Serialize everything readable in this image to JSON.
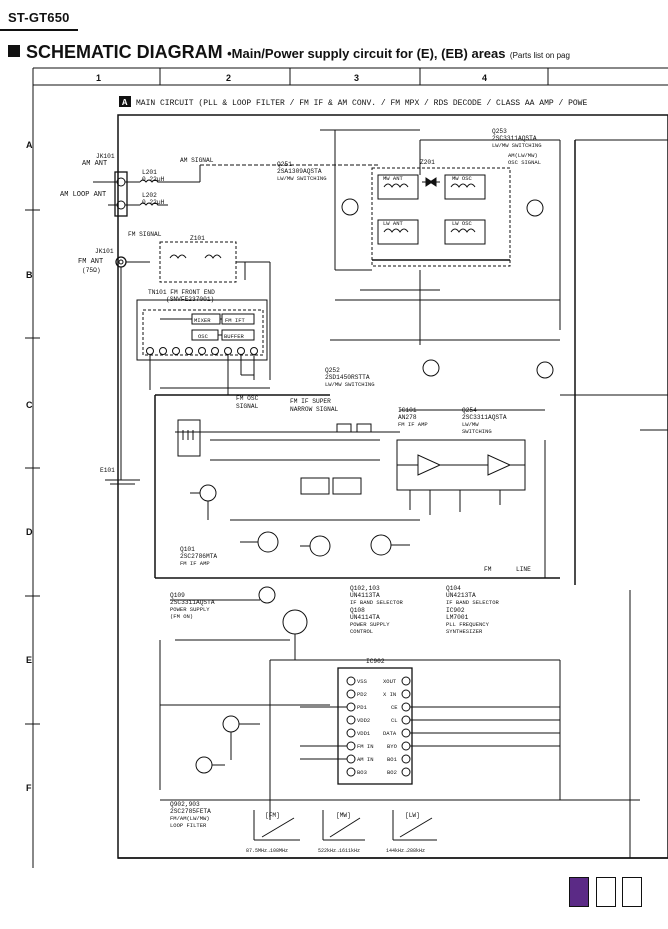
{
  "model": "ST-GT650",
  "title": {
    "main": "SCHEMATIC DIAGRAM",
    "sub": "•Main/Power supply circuit for (E), (EB) areas",
    "note": "(Parts list on pag"
  },
  "columns": [
    "1",
    "2",
    "3",
    "4"
  ],
  "rows": [
    "A",
    "B",
    "C",
    "D",
    "E",
    "F"
  ],
  "section": {
    "letter": "A",
    "text": "MAIN CIRCUIT (PLL & LOOP FILTER / FM IF & AM CONV. / FM MPX / RDS DECODE / CLASS AA AMP / POWE"
  },
  "labels": {
    "jk101a": "JK101",
    "am_ant": "AM ANT",
    "am_loop": "AM LOOP ANT",
    "jk101b": "JK101",
    "fm_ant": "FM ANT",
    "fm_ohm": "(75Ω)",
    "l201": "L201",
    "l201v": "0.22µH",
    "l202": "L202",
    "l202v": "0.22µH",
    "am_signal": "AM SIGNAL",
    "fm_signal": "FM SIGNAL",
    "z101": "Z101",
    "tn101": "TN101 FM FRONT END",
    "tn101p": "(SNVFE237001)",
    "mixer": "MIXER",
    "fmift": "FM IFT",
    "osc": "OSC",
    "buffer": "BUFFER",
    "fm_osc": "FM OSC",
    "fm_osc2": "SIGNAL",
    "fm_if_super": "FM IF SUPER",
    "fm_if_super2": "NARROW SIGNAL",
    "e101": "E101",
    "q251": "Q251",
    "q251p": "2SA1309AQSTA",
    "q251f": "LW/MW SWITCHING",
    "q253": "Q253",
    "q253p": "2SC3311AQSTA",
    "q253f": "LW/MW SWITCHING",
    "am_osc": "AM(LW/MW)",
    "am_osc2": "OSC SIGNAL",
    "q252": "Q252",
    "q252p": "2SD1450RSTTA",
    "q252f": "LW/MW SWITCHING",
    "q254": "Q254",
    "q254p": "2SC3311AQSTA",
    "q254f": "LW/MW",
    "q254f2": "SWITCHING",
    "z201": "Z201",
    "mw_ant": "MW ANT",
    "mw_osc": "MW OSC",
    "lw_ant": "LW ANT",
    "lw_osc": "LW OSC",
    "ic101": "IC101",
    "ic101p": "AN278",
    "ic101f": "FM IF AMP",
    "q101": "Q101",
    "q101p": "2SC2786MTA",
    "q101f": "FM IF AMP",
    "q102_103": "Q102,103",
    "q102p": "UN4113TA",
    "q102f": "IF BAND SELECTOR",
    "q104": "Q104",
    "q104p": "UN4213TA",
    "q104f": "IF BAND SELECTOR",
    "q108": "Q108",
    "q108p": "UN4114TA",
    "q108f": "POWER SUPPLY",
    "q108f2": "CONTROL",
    "q109": "Q109",
    "q109p": "2SC3311AQSTA",
    "q109f": "POWER SUPPLY",
    "q109f2": "(FM ON)",
    "ic902": "IC902",
    "ic902p": "LM7001",
    "ic902f": "PLL FREQUENCY",
    "ic902f2": "SYNTHESIZER",
    "q902_903": "Q902,903",
    "q902p": "2SC2785FETA",
    "q902f": "FM/AM(LW/MW)",
    "q902f2": "LOOP FILTER",
    "fm_line": "FM",
    "fm_line2": "LINE",
    "pins_left": [
      "VSS",
      "PD2",
      "PD1",
      "VDD2",
      "VDD1",
      "FM IN",
      "AM IN",
      "BO3"
    ],
    "pins_right": [
      "XOUT",
      "X IN",
      "CE",
      "CL",
      "DATA",
      "BYO",
      "BO1",
      "BO2"
    ],
    "graph1": "[FM]",
    "graph2": "[MW]",
    "graph3": "[LW]",
    "graph1x": "87.5MHz→108MHz",
    "graph2x": "522kHz→1611kHz",
    "graph3x": "144kHz→288kHz"
  },
  "swatch_colors": [
    "#5b2a86",
    "#ffffff",
    "#ffffff"
  ]
}
